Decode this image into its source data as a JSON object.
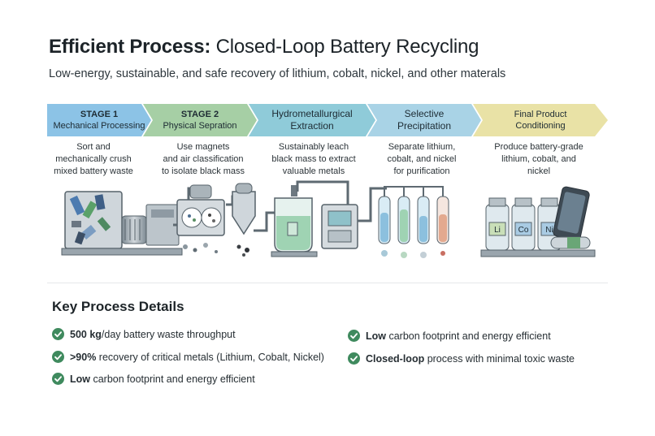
{
  "header": {
    "title_bold": "Efficient Process:",
    "title_rest": " Closed-Loop Battery Recycling",
    "subtitle": "Low-energy, sustainable, and safe recovery of lithium, cobalt, nickel, and other materals"
  },
  "stages": [
    {
      "line1": "STAGE 1",
      "line2": "Mechanical Processing",
      "desc": [
        "Sort and",
        "mechanically crush",
        "mixed battery waste"
      ],
      "color": "#8cc3e6"
    },
    {
      "line1": "STAGE 2",
      "line2": "Physical Sepration",
      "desc": [
        "Use magnets",
        "and air classification",
        "to isolate black mass"
      ],
      "color": "#a6cfa5"
    },
    {
      "line1": "Hydrometallurgical",
      "line2": "Extraction",
      "desc": [
        "Sustainably leach",
        "black mass to extract",
        "valuable metals"
      ],
      "color": "#8fcbd9"
    },
    {
      "line1": "Selective",
      "line2": "Precipitation",
      "desc": [
        "Separate lithium,",
        "cobalt, and nickel",
        "for purification"
      ],
      "color": "#a9d3e6"
    },
    {
      "line1": "Final Product",
      "line2": "Conditioning",
      "desc": [
        "Produce battery-grade",
        "lithium, cobalt, and",
        "nickel"
      ],
      "color": "#e9e2a6"
    }
  ],
  "jar_labels": [
    "Li",
    "Co",
    "Ni"
  ],
  "details": {
    "title": "Key Process Details",
    "left": [
      {
        "em": "500 kg",
        "rest": "/day battery waste throughput"
      },
      {
        "em": ">90%",
        "rest": " recovery of critical metals (Lithium, Cobalt, Nickel)"
      },
      {
        "em": "Low",
        "rest": " carbon footprint and energy efficient"
      }
    ],
    "right": [
      {
        "em": "Low",
        "rest": " carbon footprint and energy efficient"
      },
      {
        "em": "Closed-loop",
        "rest": " process with minimal toxic waste"
      }
    ]
  },
  "colors": {
    "check": "#3f8a5e",
    "steel": "#9aa5ad",
    "liquid_green": "#9fd3b3",
    "liquid_blue": "#8cc0de"
  }
}
